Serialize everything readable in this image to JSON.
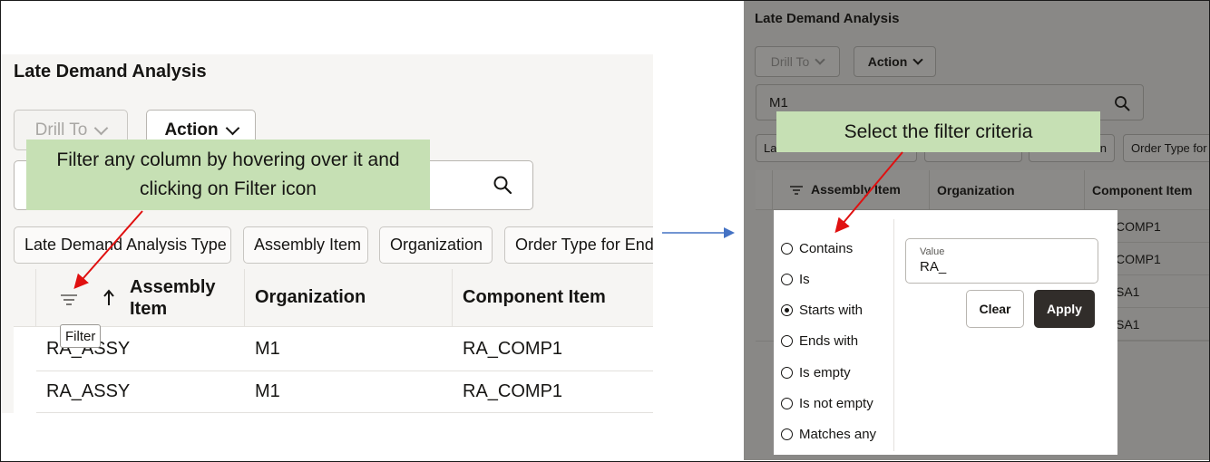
{
  "left": {
    "title": "Late Demand Analysis",
    "drill_to_label": "Drill To",
    "action_label": "Action",
    "filter_chips": [
      "Late Demand Analysis Type",
      "Assembly Item",
      "Organization",
      "Order Type for End I"
    ],
    "columns": [
      "Assembly Item",
      "Organization",
      "Component Item"
    ],
    "sort_icon": "arrow-up",
    "filter_tooltip": "Filter",
    "rows": [
      [
        "RA_ASSY",
        "M1",
        "RA_COMP1"
      ],
      [
        "RA_ASSY",
        "M1",
        "RA_COMP1"
      ]
    ],
    "callout": "Filter any column by hovering over it and clicking on Filter icon"
  },
  "right": {
    "title": "Late Demand Analysis",
    "drill_to_label": "Drill To",
    "action_label": "Action",
    "search_value": "M1",
    "chips": [
      "Lat",
      "n",
      "Order Type for"
    ],
    "columns": [
      "Assembly Item",
      "Organization",
      "Component Item"
    ],
    "partial_cells": [
      "COMP1",
      "COMP1",
      "SA1",
      "SA1"
    ],
    "callout": "Select the filter criteria",
    "filter_options": [
      "Contains",
      "Is",
      "Starts with",
      "Ends with",
      "Is empty",
      "Is not empty",
      "Matches any"
    ],
    "selected_option": "Starts with",
    "value_label": "Value",
    "value_text": "RA_",
    "clear_label": "Clear",
    "apply_label": "Apply"
  },
  "colors": {
    "callout_bg": "#c6e0b4",
    "arrow_red": "#e01010",
    "connector_blue": "#4472c4",
    "apply_bg": "#312d2a",
    "overlay_gray": "#898886"
  }
}
